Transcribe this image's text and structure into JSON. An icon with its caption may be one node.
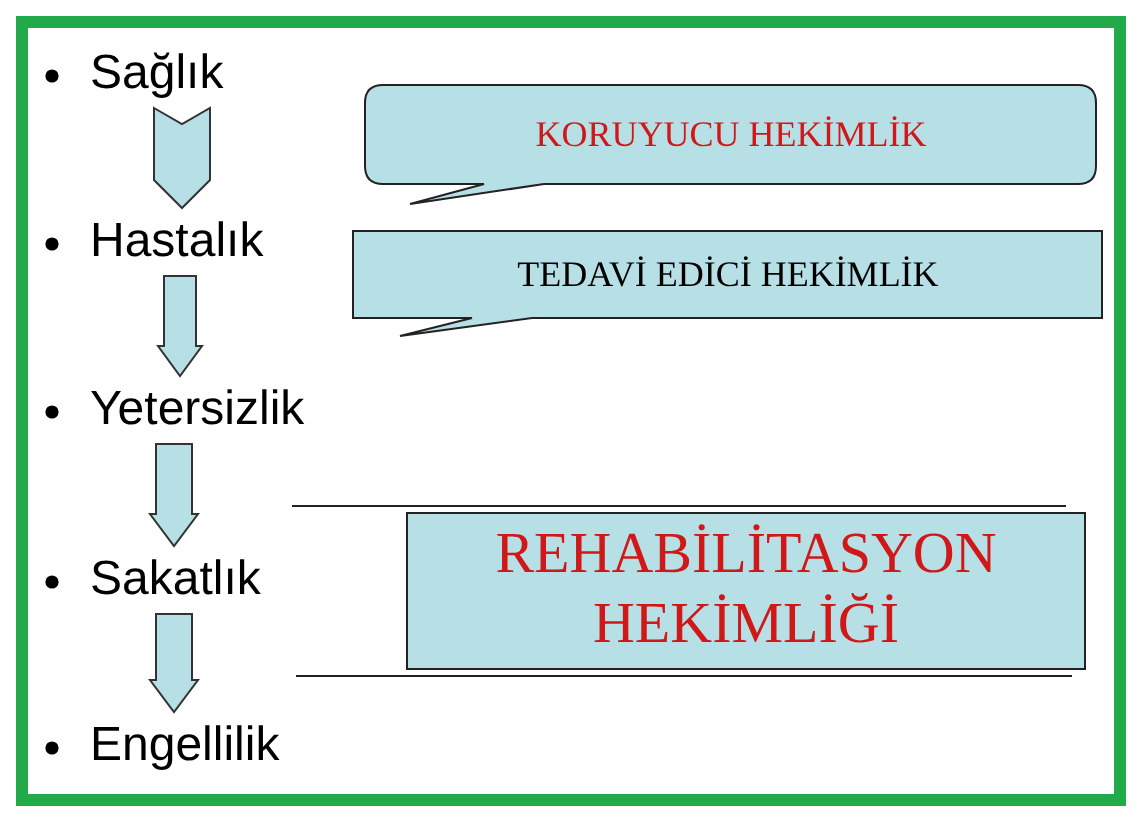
{
  "diagram": {
    "nodes": [
      {
        "text": [
          "Sağlık"
        ]
      },
      {
        "text": [
          "Hastalık"
        ]
      },
      {
        "text": [
          "Yetersizlik"
        ]
      },
      {
        "text": [
          "Sakatlık"
        ]
      },
      {
        "text": [
          "Engellilik"
        ]
      },
      {
        "text": [
          "KORUYUCU HEKİMLİK"
        ]
      },
      {
        "text": [
          "TEDAVİ EDİCİ HEKİMLİK"
        ]
      },
      {
        "text": [
          "REHABİLİTASYON HEKİMLİĞİ"
        ]
      }
    ],
    "edges": [
      {
        "from": 0,
        "to": 1,
        "arrow": "to"
      },
      {
        "from": 1,
        "to": 2,
        "arrow": "to"
      },
      {
        "from": 2,
        "to": 3,
        "arrow": "to"
      },
      {
        "from": 3,
        "to": 4,
        "arrow": "to"
      }
    ]
  }
}
